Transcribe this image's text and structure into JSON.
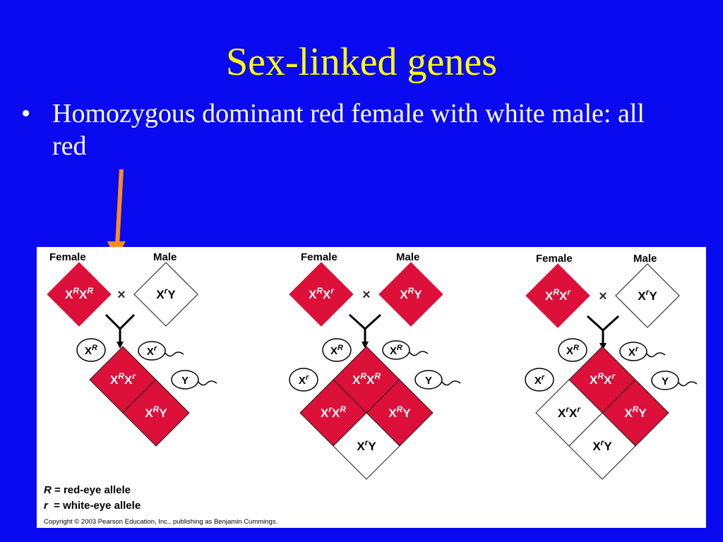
{
  "title": "Sex-linked genes",
  "bullet": "Homozygous dominant red female with white male: all red",
  "colors": {
    "background": "#0a0af0",
    "title": "#ffff00",
    "red": "#dc1039",
    "arrow": "#ff8c1a"
  },
  "crosses": [
    {
      "female_label": "Female",
      "male_label": "Male",
      "cross_symbol": "×",
      "female": {
        "base": "X",
        "sup1": "R",
        "mid": "X",
        "sup2": "R",
        "red": true
      },
      "male": {
        "base": "X",
        "sup1": "r",
        "mid": "Y",
        "sup2": "",
        "red": false
      },
      "egg": {
        "base": "X",
        "sup": "R"
      },
      "sperm": [
        {
          "base": "X",
          "sup": "r"
        },
        {
          "base": "Y",
          "sup": ""
        }
      ],
      "offspring": [
        {
          "base": "X",
          "sup1": "R",
          "mid": "X",
          "sup2": "r",
          "red": true
        },
        {
          "base": "X",
          "sup1": "R",
          "mid": "Y",
          "sup2": "",
          "red": true
        }
      ]
    },
    {
      "female_label": "Female",
      "male_label": "Male",
      "cross_symbol": "×",
      "female": {
        "base": "X",
        "sup1": "R",
        "mid": "X",
        "sup2": "r",
        "red": true
      },
      "male": {
        "base": "X",
        "sup1": "R",
        "mid": "Y",
        "sup2": "",
        "red": true
      },
      "eggs": [
        {
          "base": "X",
          "sup": "R"
        },
        {
          "base": "X",
          "sup": "r"
        }
      ],
      "sperm": [
        {
          "base": "X",
          "sup": "R"
        },
        {
          "base": "Y",
          "sup": ""
        }
      ],
      "offspring": [
        {
          "base": "X",
          "sup1": "R",
          "mid": "X",
          "sup2": "R",
          "red": true
        },
        {
          "base": "X",
          "sup1": "R",
          "mid": "Y",
          "sup2": "",
          "red": true
        },
        {
          "base": "X",
          "sup1": "r",
          "mid": "X",
          "sup2": "R",
          "red": true
        },
        {
          "base": "X",
          "sup1": "r",
          "mid": "Y",
          "sup2": "",
          "red": false
        }
      ]
    },
    {
      "female_label": "Female",
      "male_label": "Male",
      "cross_symbol": "×",
      "female": {
        "base": "X",
        "sup1": "R",
        "mid": "X",
        "sup2": "r",
        "red": true
      },
      "male": {
        "base": "X",
        "sup1": "r",
        "mid": "Y",
        "sup2": "",
        "red": false
      },
      "eggs": [
        {
          "base": "X",
          "sup": "R"
        },
        {
          "base": "X",
          "sup": "r"
        }
      ],
      "sperm": [
        {
          "base": "X",
          "sup": "r"
        },
        {
          "base": "Y",
          "sup": ""
        }
      ],
      "offspring": [
        {
          "base": "X",
          "sup1": "R",
          "mid": "X",
          "sup2": "r",
          "red": true
        },
        {
          "base": "X",
          "sup1": "R",
          "mid": "Y",
          "sup2": "",
          "red": true
        },
        {
          "base": "X",
          "sup1": "r",
          "mid": "X",
          "sup2": "r",
          "red": false
        },
        {
          "base": "X",
          "sup1": "r",
          "mid": "Y",
          "sup2": "",
          "red": false
        }
      ]
    }
  ],
  "legend": {
    "red_symbol": "R",
    "red_text": " = red-eye allele",
    "white_symbol": "r",
    "white_text": "  = white-eye allele"
  },
  "copyright": "Copyright © 2003 Pearson Education, Inc., publishing as Benjamin Cummings."
}
